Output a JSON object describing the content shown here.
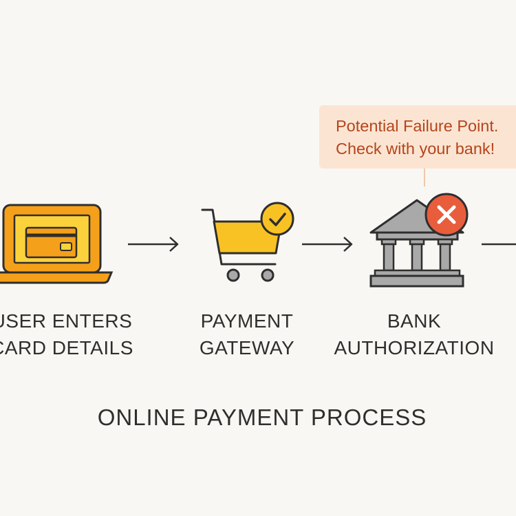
{
  "diagram": {
    "title": "ONLINE PAYMENT PROCESS",
    "steps": [
      {
        "label_lines": [
          "USER ENTERS",
          "CARD DETAILS"
        ],
        "icon": "laptop-credit-card-icon"
      },
      {
        "label_lines": [
          "PAYMENT",
          "GATEWAY"
        ],
        "icon": "shopping-cart-check-icon"
      },
      {
        "label_lines": [
          "BANK",
          "AUTHORIZATION"
        ],
        "icon": "bank-error-icon"
      }
    ],
    "callout": {
      "lines": [
        "Potential Failure Point.",
        "Check with your bank!"
      ]
    },
    "colors": {
      "background": "#f8f7f3",
      "accent_yellow": "#f9c224",
      "accent_orange": "#f5a01a",
      "error_red": "#e85d3c",
      "callout_bg": "#fbe5d2",
      "callout_text": "#b5441d",
      "text": "#2e2e2e",
      "bank_gray": "#a9a9a9"
    }
  }
}
